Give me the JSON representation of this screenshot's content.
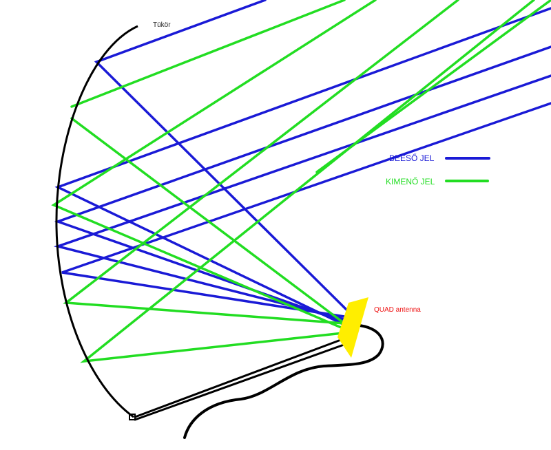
{
  "labels": {
    "mirror": "Tükör",
    "incoming": "BEESŐ JEL",
    "outgoing": "KIMENŐ JEL",
    "antenna": "QUAD antenna"
  },
  "colors": {
    "incoming": "#1a1ad6",
    "outgoing": "#22dd22",
    "antenna_fill": "#ffee00",
    "antenna_label": "#ee1111",
    "mirror": "#000000",
    "text": "#222222"
  }
}
